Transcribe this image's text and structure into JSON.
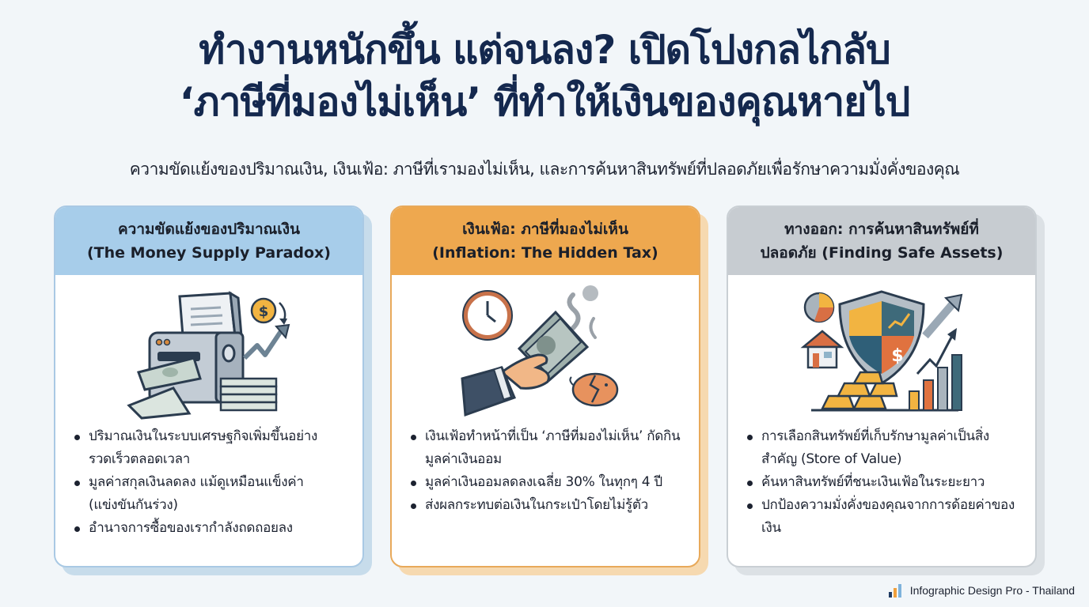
{
  "header": {
    "title_line1": "ทำงานหนักขึ้น แต่จนลง? เปิดโปงกลไกลับ",
    "title_line2": "‘ภาษีที่มองไม่เห็น’ ที่ทำให้เงินของคุณหายไป",
    "subtitle": "ความขัดแย้งของปริมาณเงิน, เงินเฟ้อ: ภาษีที่เรามองไม่เห็น, และการค้นหาสินทรัพย์ที่ปลอดภัยเพื่อรักษาความมั่งคั่งของคุณ"
  },
  "cards": [
    {
      "heading_th": "ความขัดแย้งของปริมาณเงิน",
      "heading_en": "(The Money Supply Paradox)",
      "header_color": "#a7cdea",
      "illustration": "money-printer-icon",
      "bullets": [
        "ปริมาณเงินในระบบเศรษฐกิจเพิ่มขึ้นอย่างรวดเร็วตลอดเวลา",
        "มูลค่าสกุลเงินลดลง แม้ดูเหมือนแข็งค่า (แข่งขันกันร่วง)",
        "อำนาจการซื้อของเรากำลังถดถอยลง"
      ]
    },
    {
      "heading_th": "เงินเฟ้อ: ภาษีที่มองไม่เห็น",
      "heading_en": "(Inflation: The Hidden Tax)",
      "header_color": "#eea84f",
      "illustration": "vanishing-money-icon",
      "bullets": [
        "เงินเฟ้อทำหน้าที่เป็น ‘ภาษีที่มองไม่เห็น’ กัดกินมูลค่าเงินออม",
        "มูลค่าเงินออมลดลงเฉลี่ย 30% ในทุกๆ 4 ปี",
        "ส่งผลกระทบต่อเงินในกระเป๋าโดยไม่รู้ตัว"
      ]
    },
    {
      "heading_th": "ทางออก: การค้นหาสินทรัพย์ที่",
      "heading_en": "ปลอดภัย (Finding Safe Assets)",
      "header_color": "#c7ccd1",
      "illustration": "safe-assets-shield-icon",
      "bullets": [
        "การเลือกสินทรัพย์ที่เก็บรักษามูลค่าเป็นสิ่งสำคัญ (Store of Value)",
        "ค้นหาสินทรัพย์ที่ชนะเงินเฟ้อในระยะยาว",
        "ปกป้องความมั่งคั่งของคุณจากการด้อยค่าของเงิน"
      ]
    }
  ],
  "footer": {
    "brand": "Infographic Design Pro - Thailand",
    "logo_icon": "bar-chart-logo-icon"
  },
  "colors": {
    "title": "#14284e",
    "blue": "#a7cdea",
    "orange": "#eea84f",
    "gray": "#c7ccd1",
    "background": "#f2f6f9"
  }
}
